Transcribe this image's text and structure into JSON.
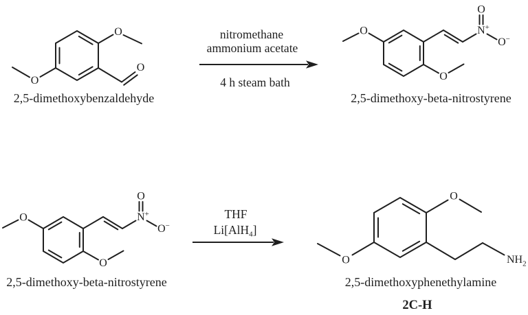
{
  "colors": {
    "background": "#ffffff",
    "ink": "#1f1f1f"
  },
  "atoms": {
    "oxygen": "O",
    "nitrogen": "N",
    "plus": "+",
    "minus": "−",
    "amine": "NH",
    "amine_subscript": "2"
  },
  "step1": {
    "reactant_label": "2,5-dimethoxybenzaldehyde",
    "reagent_line1": "nitromethane",
    "reagent_line2": "ammonium acetate",
    "condition_below": "4 h steam bath",
    "product_label": "2,5-dimethoxy-beta-nitrostyrene"
  },
  "step2": {
    "reactant_label": "2,5-dimethoxy-beta-nitrostyrene",
    "reagent_line1": "THF",
    "reagent_line2_prefix": "Li[AlH",
    "reagent_line2_subscript": "4",
    "reagent_line2_suffix": "]",
    "product_label": "2,5-dimethoxyphenethylamine",
    "product_code": "2C-H"
  }
}
